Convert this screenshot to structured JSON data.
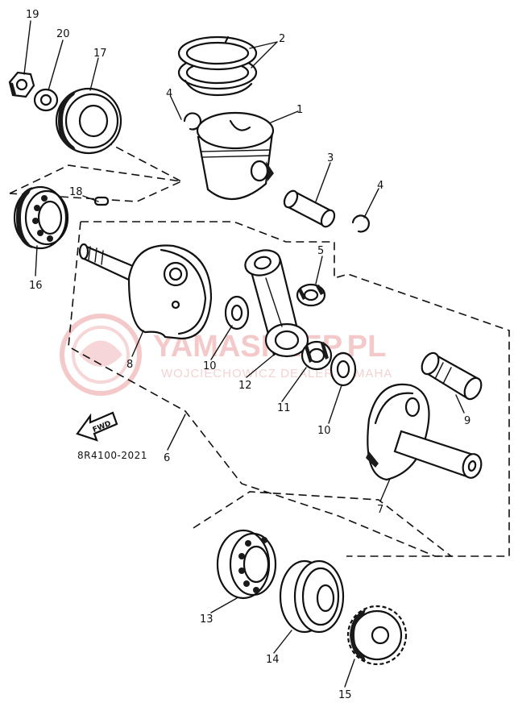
{
  "diagram_code": "8R4100-2021",
  "fwd_label": "FWD",
  "watermark": {
    "title": "YAMASKLEP.PL",
    "subtitle": "WOJCIECHOWICZ DEALER YAMAHA"
  },
  "callouts": {
    "p1": "1",
    "p2": "2",
    "p3": "3",
    "p4a": "4",
    "p4b": "4",
    "p5": "5",
    "p6": "6",
    "p7": "7",
    "p8": "8",
    "p9": "9",
    "p10a": "10",
    "p10b": "10",
    "p11": "11",
    "p12": "12",
    "p13": "13",
    "p14": "14",
    "p15": "15",
    "p16": "16",
    "p17": "17",
    "p18": "18",
    "p19": "19",
    "p20": "20"
  },
  "colors": {
    "ink": "#111111",
    "watermark": "#f3c9c9"
  }
}
